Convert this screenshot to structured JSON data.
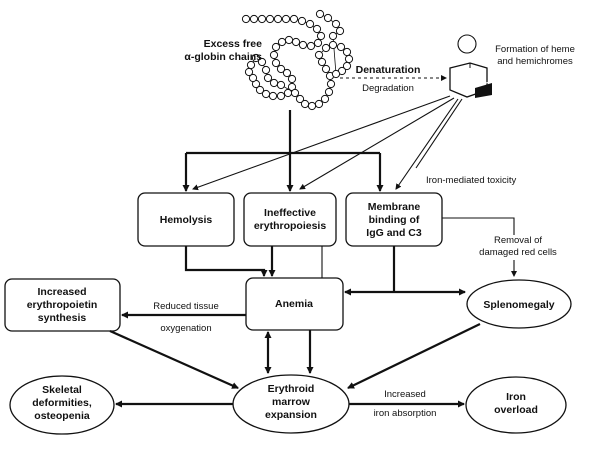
{
  "diagram": {
    "molecule_label": [
      "Excess free",
      "α-globin chains"
    ],
    "heme_label": [
      "Formation of heme",
      "and hemichromes"
    ],
    "denaturation": "Denaturation",
    "degradation": "Degradation",
    "iron_toxicity": "Iron-mediated toxicity",
    "removal": [
      "Removal of",
      "damaged red cells"
    ],
    "reduced_oxygenation": [
      "Reduced tissue",
      "oxygenation"
    ],
    "increased_absorption": [
      "Increased",
      "iron absorption"
    ],
    "nodes": {
      "hemolysis": [
        "Hemolysis"
      ],
      "ineffective": [
        "Ineffective",
        "erythropoiesis"
      ],
      "membrane": [
        "Membrane",
        "binding of",
        "IgG and C3"
      ],
      "epo": [
        "Increased",
        "erythropoietin",
        "synthesis"
      ],
      "anemia": [
        "Anemia"
      ],
      "splenomegaly": [
        "Splenomegaly"
      ],
      "skeletal": [
        "Skeletal",
        "deformities,",
        "osteopenia"
      ],
      "marrow": [
        "Erythroid",
        "marrow",
        "expansion"
      ],
      "iron": [
        "Iron",
        "overload"
      ]
    }
  }
}
